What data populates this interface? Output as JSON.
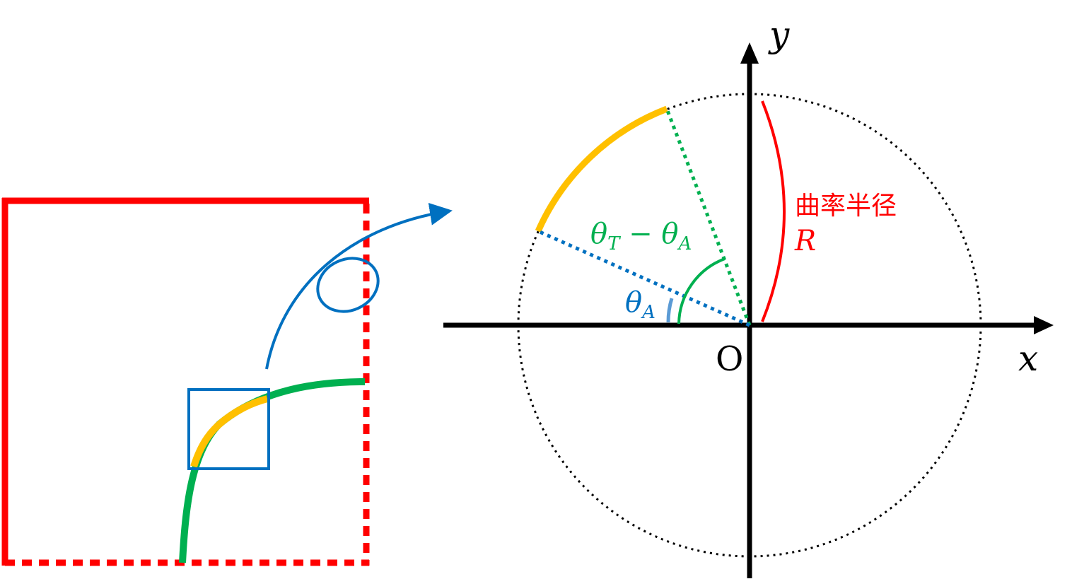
{
  "labels": {
    "radius_jp": "曲率半径",
    "radius_symbol": "R",
    "angle_diff": "θ",
    "angle_diff_sub1": "T",
    "angle_diff_minus": " − θ",
    "angle_diff_sub2": "A",
    "angle_a": "θ",
    "angle_a_sub": "A",
    "origin": "O",
    "x_axis": "x",
    "y_axis": "y"
  },
  "colors": {
    "red": "#ff0000",
    "green": "#00b050",
    "yellow": "#ffc000",
    "blue": "#0070c0",
    "light_blue": "#5b9bd5",
    "black": "#000000"
  },
  "angles_deg": {
    "theta_A": 24,
    "theta_T": 69
  }
}
